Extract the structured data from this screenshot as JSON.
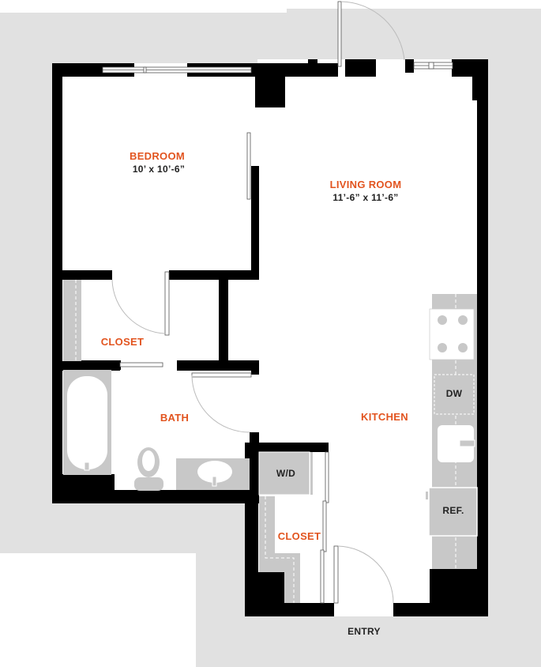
{
  "floor_plan": {
    "colors": {
      "wall": "#000000",
      "exterior": "#e1e1e1",
      "fixture": "#c8c8c8",
      "room_label": "#e2541f",
      "text": "#222222"
    },
    "rooms": {
      "bedroom": {
        "name": "BEDROOM",
        "dimensions": "10’ x 10’-6”"
      },
      "living_room": {
        "name": "LIVING ROOM",
        "dimensions": "11’-6” x 11’-6”"
      },
      "bedroom_closet": {
        "name": "CLOSET"
      },
      "bath": {
        "name": "BATH"
      },
      "kitchen": {
        "name": "KITCHEN"
      },
      "entry_closet": {
        "name": "CLOSET"
      }
    },
    "fixtures": {
      "dishwasher": "DW",
      "washer_dryer": "W/D",
      "refrigerator": "REF."
    },
    "entry": "ENTRY"
  }
}
